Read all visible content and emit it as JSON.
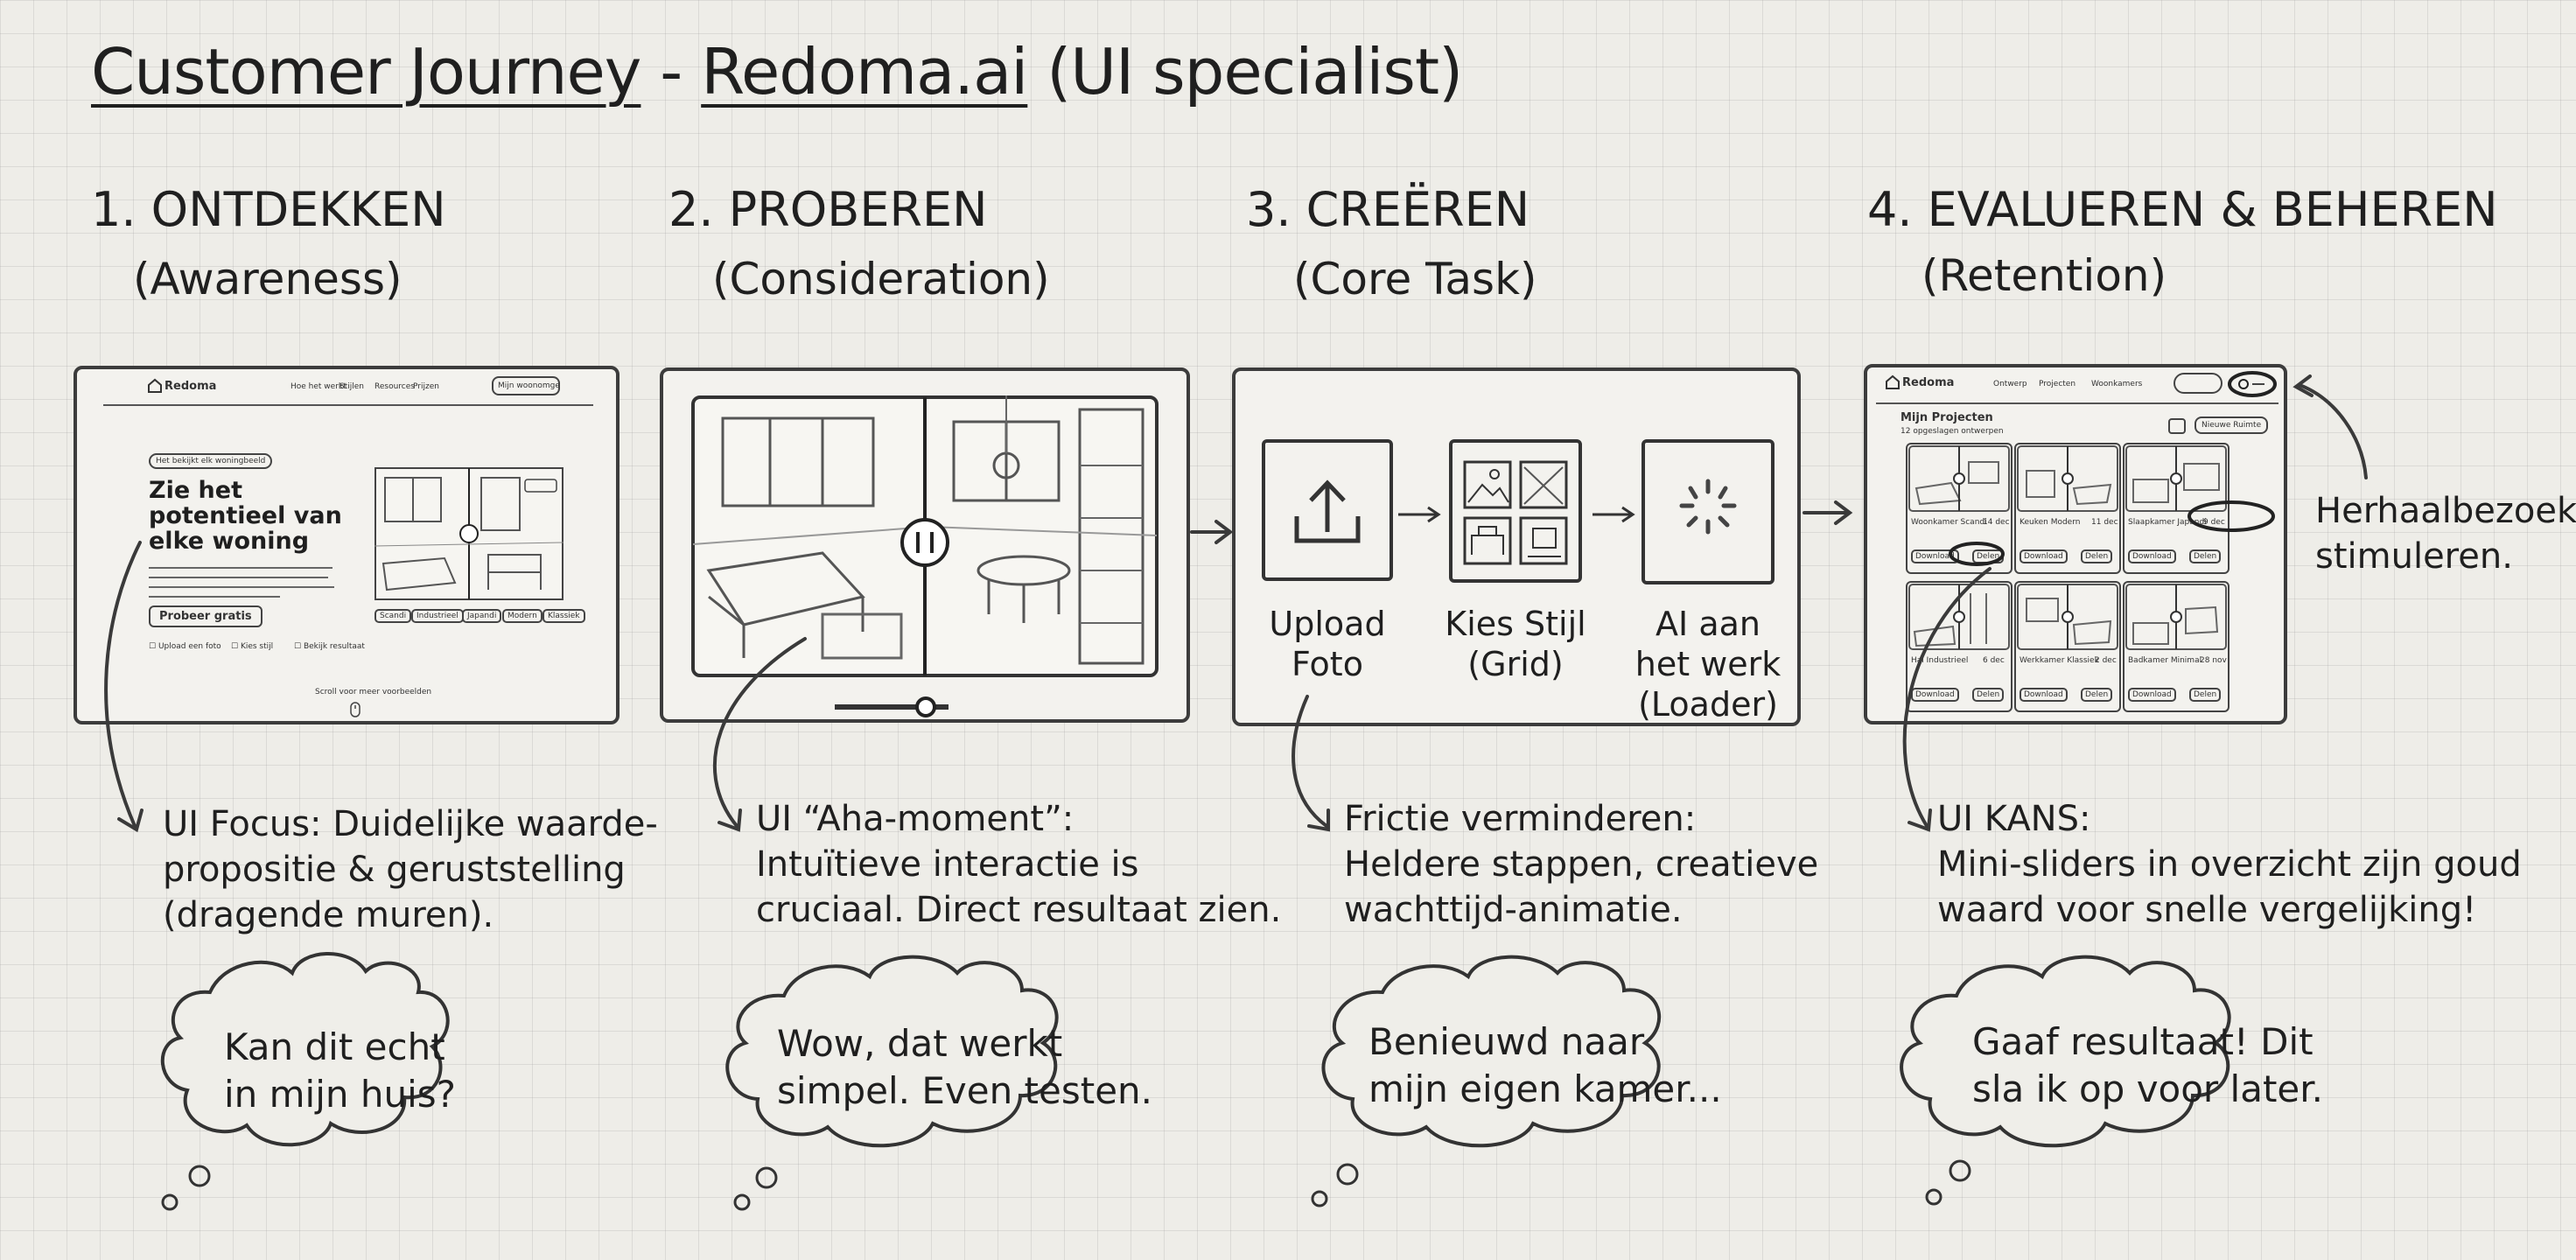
{
  "title_part1": "Customer Journey",
  "title_sep": " - ",
  "title_part2": "Redoma.ai",
  "title_part3": " (UI specialist)",
  "stages": [
    {
      "title": "1. ONTDEKKEN",
      "subtitle": "(Awareness)",
      "note": [
        "UI Focus: Duidelijke waarde-",
        "propositie & geruststelling",
        "(dragende muren)."
      ],
      "thought": [
        "Kan dit echt",
        "in mijn huis?"
      ]
    },
    {
      "title": "2. PROBEREN",
      "subtitle": "(Consideration)",
      "note": [
        "UI “Aha-moment”:",
        "Intuïtieve interactie is",
        "cruciaal. Direct resultaat zien."
      ],
      "thought": [
        "Wow, dat werkt",
        "simpel. Even testen."
      ]
    },
    {
      "title": "3. CREËREN",
      "subtitle": "(Core Task)",
      "note": [
        "Frictie verminderen:",
        "Heldere stappen, creatieve",
        "wachttijd-animatie."
      ],
      "thought": [
        "Benieuwd naar",
        "mijn eigen kamer..."
      ],
      "steps": [
        {
          "label": [
            "Upload",
            "Foto"
          ],
          "icon": "upload-icon"
        },
        {
          "label": [
            "Kies Stijl",
            "(Grid)"
          ],
          "icon": "style-grid-icon"
        },
        {
          "label": [
            "AI aan",
            "het werk",
            "(Loader)"
          ],
          "icon": "spinner-icon"
        }
      ]
    },
    {
      "title": "4. EVALUEREN & BEHEREN",
      "subtitle": "(Retention)",
      "note": [
        "UI KANS:",
        "Mini-sliders in overzicht zijn goud",
        "waard voor snelle vergelijking!"
      ],
      "thought": [
        "Gaaf resultaat! Dit",
        "sla ik op voor later."
      ],
      "side_note": [
        "Herhaalbezoek",
        "stimuleren."
      ]
    }
  ],
  "landing": {
    "logo": "Redoma",
    "nav": [
      "Hoe het werkt",
      "Stijlen",
      "Resources",
      "Prijzen"
    ],
    "login": "Mijn woonomgeving",
    "badge": "Het bekijkt elk woningbeeld",
    "hero": [
      "Zie het",
      "potentieel van",
      "elke woning"
    ],
    "cta": "Probeer gratis",
    "features": [
      "Upload een foto",
      "Kies stijl",
      "Bekijk resultaat"
    ],
    "style_chips": [
      "Scandi",
      "Industrieel",
      "Japandi",
      "Modern",
      "Klassiek"
    ],
    "scroll_hint": "Scroll voor meer voorbeelden"
  },
  "dashboard": {
    "logo": "Redoma",
    "nav": [
      "Ontwerp",
      "Projecten",
      "Woonkamers"
    ],
    "new_button": "Nieuwe Ruimte",
    "heading": "Mijn Projecten",
    "subheading": "12 opgeslagen ontwerpen",
    "cards": [
      {
        "name": "Woonkamer Scandi",
        "date": "14 dec"
      },
      {
        "name": "Keuken Modern",
        "date": "11 dec"
      },
      {
        "name": "Slaapkamer Japandi",
        "date": "9 dec"
      },
      {
        "name": "Hal Industrieel",
        "date": "6 dec"
      },
      {
        "name": "Werkkamer Klassiek",
        "date": "2 dec"
      },
      {
        "name": "Badkamer Minimal",
        "date": "28 nov"
      }
    ],
    "card_actions": [
      "Download",
      "Delen"
    ]
  }
}
